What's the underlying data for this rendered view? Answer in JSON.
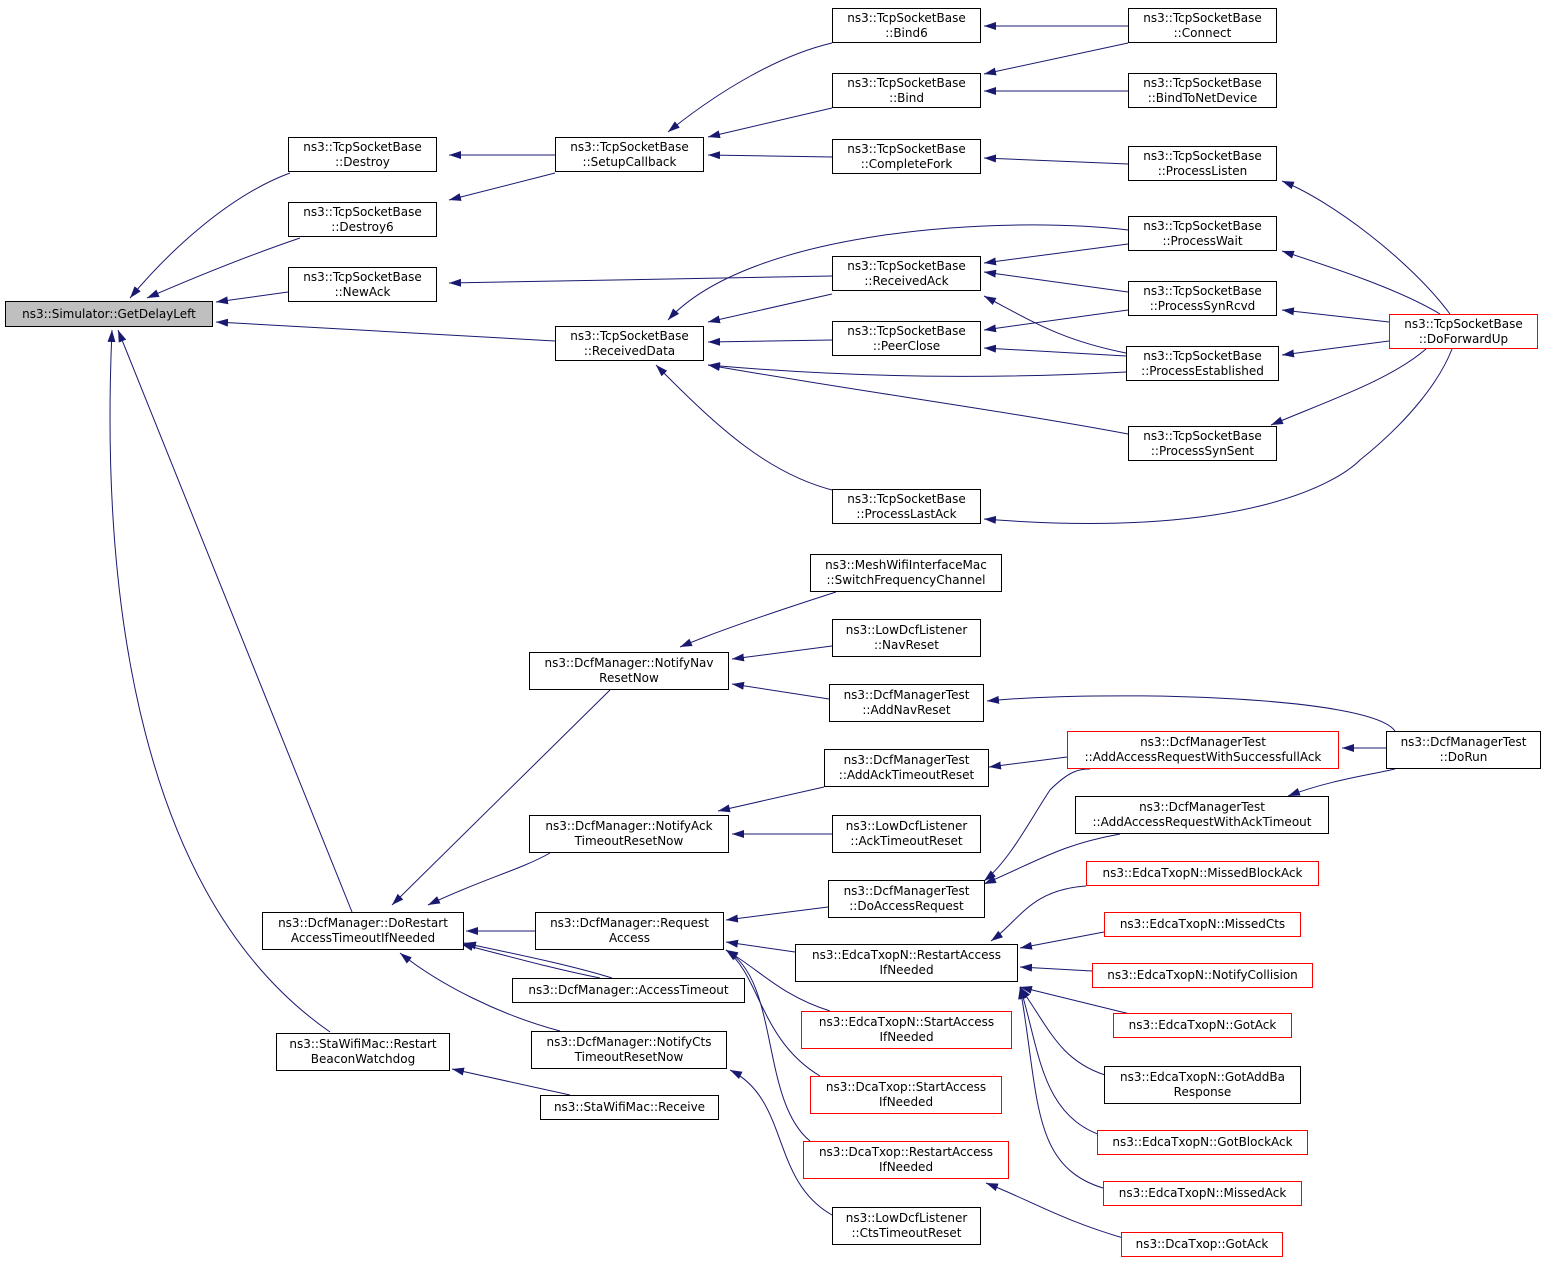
{
  "colors": {
    "edge": "#191970",
    "node_border": "#000000",
    "truncated_border": "#ff0000",
    "root_fill": "#bfbfbf"
  },
  "nodes": {
    "root": [
      "ns3::Simulator::GetDelayLeft"
    ],
    "destroy": [
      "ns3::TcpSocketBase",
      "::Destroy"
    ],
    "destroy6": [
      "ns3::TcpSocketBase",
      "::Destroy6"
    ],
    "newack": [
      "ns3::TcpSocketBase",
      "::NewAck"
    ],
    "setupcb": [
      "ns3::TcpSocketBase",
      "::SetupCallback"
    ],
    "recvdata": [
      "ns3::TcpSocketBase",
      "::ReceivedData"
    ],
    "bind6": [
      "ns3::TcpSocketBase",
      "::Bind6"
    ],
    "bind": [
      "ns3::TcpSocketBase",
      "::Bind"
    ],
    "completefork": [
      "ns3::TcpSocketBase",
      "::CompleteFork"
    ],
    "recvack": [
      "ns3::TcpSocketBase",
      "::ReceivedAck"
    ],
    "peerclose": [
      "ns3::TcpSocketBase",
      "::PeerClose"
    ],
    "lastack": [
      "ns3::TcpSocketBase",
      "::ProcessLastAck"
    ],
    "connect": [
      "ns3::TcpSocketBase",
      "::Connect"
    ],
    "bindnet": [
      "ns3::TcpSocketBase",
      "::BindToNetDevice"
    ],
    "plisten": [
      "ns3::TcpSocketBase",
      "::ProcessListen"
    ],
    "pwait": [
      "ns3::TcpSocketBase",
      "::ProcessWait"
    ],
    "psynrcvd": [
      "ns3::TcpSocketBase",
      "::ProcessSynRcvd"
    ],
    "pest": [
      "ns3::TcpSocketBase",
      "::ProcessEstablished"
    ],
    "psynsent": [
      "ns3::TcpSocketBase",
      "::ProcessSynSent"
    ],
    "dofwd": [
      "ns3::TcpSocketBase",
      "::DoForwardUp"
    ],
    "dorestart": [
      "ns3::DcfManager::DoRestart",
      "AccessTimeoutIfNeeded"
    ],
    "starestart": [
      "ns3::StaWifiMac::Restart",
      "BeaconWatchdog"
    ],
    "navreset": [
      "ns3::DcfManager::NotifyNav",
      "ResetNow"
    ],
    "acktimeout": [
      "ns3::DcfManager::NotifyAck",
      "TimeoutResetNow"
    ],
    "reqaccess": [
      "ns3::DcfManager::Request",
      "Access"
    ],
    "accto": [
      "ns3::DcfManager::AccessTimeout"
    ],
    "ctstimeout": [
      "ns3::DcfManager::NotifyCts",
      "TimeoutResetNow"
    ],
    "stareceive": [
      "ns3::StaWifiMac::Receive"
    ],
    "meshswitch": [
      "ns3::MeshWifiInterfaceMac",
      "::SwitchFrequencyChannel"
    ],
    "lowNav": [
      "ns3::LowDcfListener",
      "::NavReset"
    ],
    "addnav": [
      "ns3::DcfManagerTest",
      "::AddNavReset"
    ],
    "addacktr": [
      "ns3::DcfManagerTest",
      "::AddAckTimeoutReset"
    ],
    "lowAck": [
      "ns3::LowDcfListener",
      "::AckTimeoutReset"
    ],
    "doaccessreq": [
      "ns3::DcfManagerTest",
      "::DoAccessRequest"
    ],
    "edcarestart": [
      "ns3::EdcaTxopN::RestartAccess",
      "IfNeeded"
    ],
    "edcastart": [
      "ns3::EdcaTxopN::StartAccess",
      "IfNeeded"
    ],
    "dcastart": [
      "ns3::DcaTxop::StartAccess",
      "IfNeeded"
    ],
    "dcarestart": [
      "ns3::DcaTxop::RestartAccess",
      "IfNeeded"
    ],
    "lowCts": [
      "ns3::LowDcfListener",
      "::CtsTimeoutReset"
    ],
    "addsucc": [
      "ns3::DcfManagerTest",
      "::AddAccessRequestWithSuccessfullAck"
    ],
    "addackto": [
      "ns3::DcfManagerTest",
      "::AddAccessRequestWithAckTimeout"
    ],
    "dorun": [
      "ns3::DcfManagerTest",
      "::DoRun"
    ],
    "missedblock": [
      "ns3::EdcaTxopN::MissedBlockAck"
    ],
    "missedcts": [
      "ns3::EdcaTxopN::MissedCts"
    ],
    "notifycoll": [
      "ns3::EdcaTxopN::NotifyCollision"
    ],
    "gotack": [
      "ns3::EdcaTxopN::GotAck"
    ],
    "gotaddba": [
      "ns3::EdcaTxopN::GotAddBa",
      "Response"
    ],
    "gotblock": [
      "ns3::EdcaTxopN::GotBlockAck"
    ],
    "missedack": [
      "ns3::EdcaTxopN::MissedAck"
    ],
    "dcagotack": [
      "ns3::DcaTxop::GotAck"
    ]
  }
}
